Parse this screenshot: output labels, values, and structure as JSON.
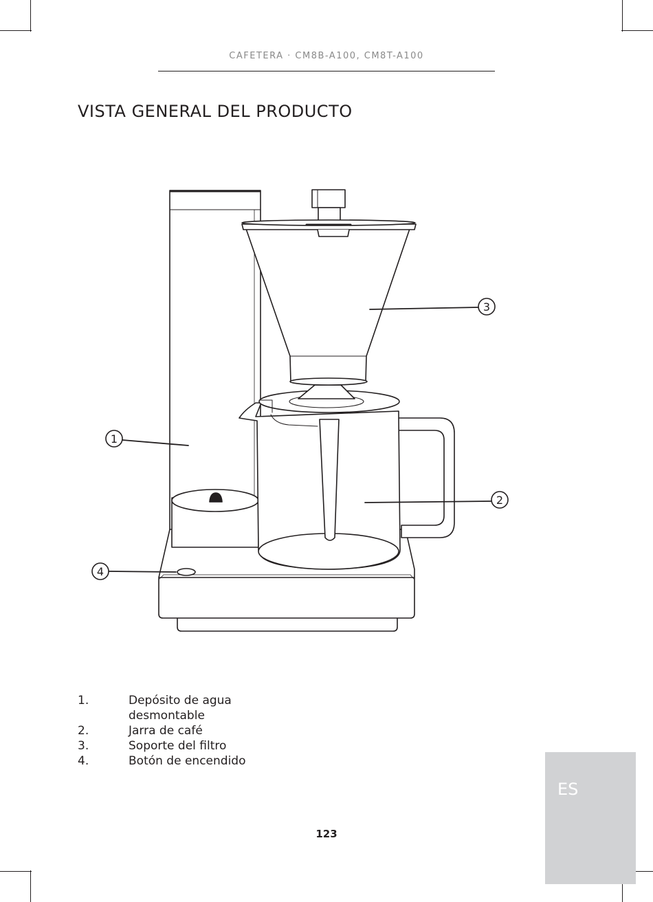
{
  "header": {
    "text": "CAFETERA · CM8B-A100, CM8T-A100"
  },
  "title": "VISTA GENERAL DEL PRODUCTO",
  "callouts": [
    "1",
    "2",
    "3",
    "4"
  ],
  "parts": [
    {
      "number": "1.",
      "label": "Depósito de agua desmontable"
    },
    {
      "number": "2.",
      "label": "Jarra de café"
    },
    {
      "number": "3.",
      "label": "Soporte del filtro"
    },
    {
      "number": "4.",
      "label": "Botón de encendido"
    }
  ],
  "language_tab": "ES",
  "page_number": "123",
  "colors": {
    "ink": "#231f20",
    "tab": "#d1d2d4",
    "header_text": "#8a8a8a"
  }
}
